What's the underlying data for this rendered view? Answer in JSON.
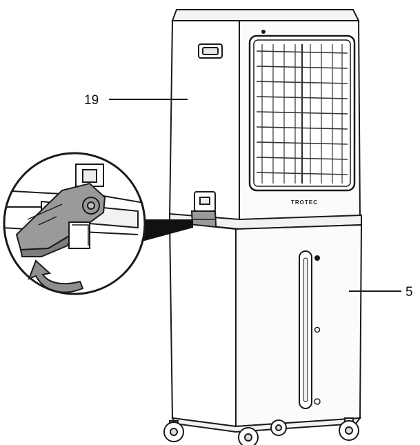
{
  "callouts": [
    {
      "id": "19",
      "label": "19"
    },
    {
      "id": "5",
      "label": "5"
    }
  ],
  "brand": {
    "text": "TROTEC"
  },
  "colors": {
    "outline": "#1a1a1a",
    "body": "#ffffff",
    "panel_shade": "#f2f2f2",
    "grille": "#333333",
    "latch": "#9a9a9a",
    "latch_dark": "#7d7d7d",
    "arrow": "#8f8f8f"
  },
  "icons": {
    "rotate_arrow": "curved-arrow-icon",
    "latch": "latch-clip-icon"
  }
}
